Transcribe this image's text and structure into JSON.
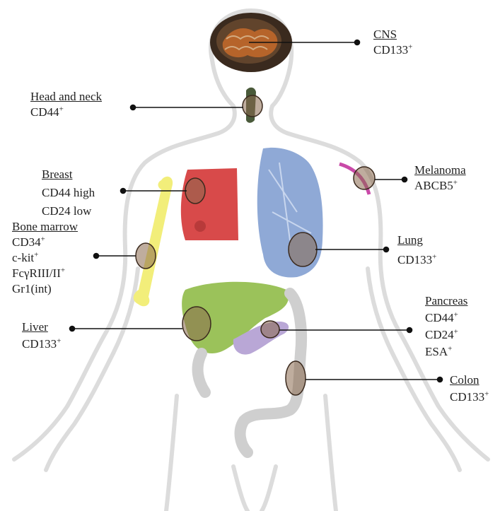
{
  "diagram": {
    "nodes": [
      {
        "id": "cns",
        "title": "CNS",
        "markers": [
          {
            "t": "CD133",
            "s": "+"
          }
        ]
      },
      {
        "id": "head",
        "title": "Head and neck",
        "markers": [
          {
            "t": "CD44",
            "s": "+"
          }
        ]
      },
      {
        "id": "breast",
        "title": "Breast",
        "markers": [
          {
            "t": "CD44 high",
            "s": ""
          },
          {
            "t": "CD24 low",
            "s": ""
          }
        ]
      },
      {
        "id": "bone",
        "title": "Bone marrow",
        "markers": [
          {
            "t": "CD34",
            "s": "+"
          },
          {
            "t": "c-kit",
            "s": "+"
          },
          {
            "t": "FcγRIII/II",
            "s": "+"
          },
          {
            "t": "Gr1(int)",
            "s": ""
          }
        ]
      },
      {
        "id": "melanoma",
        "title": "Melanoma",
        "markers": [
          {
            "t": "ABCB5",
            "s": "+"
          }
        ]
      },
      {
        "id": "lung",
        "title": "Lung",
        "markers": [
          {
            "t": "CD133",
            "s": "+"
          }
        ]
      },
      {
        "id": "liver",
        "title": "Liver",
        "markers": [
          {
            "t": "CD133",
            "s": "+"
          }
        ]
      },
      {
        "id": "pancreas",
        "title": "Pancreas",
        "markers": [
          {
            "t": "CD44",
            "s": "+"
          },
          {
            "t": "CD24",
            "s": "+"
          },
          {
            "t": "ESA",
            "s": "+"
          }
        ]
      },
      {
        "id": "colon",
        "title": "Colon",
        "markers": [
          {
            "t": "CD133",
            "s": "+"
          }
        ]
      }
    ]
  },
  "colors": {
    "outline": "#d9d9d9",
    "highlight": "#8b6a4e",
    "brain": "#7a5a3a",
    "breast": "#d84a4a",
    "lung": "#8fa9d6",
    "bone": "#f2ee7a",
    "liver": "#9bc25a",
    "pancreas": "#b9a7d6",
    "colon": "#cfcfcf",
    "skin": "#c94aa8",
    "leader": "#111111"
  }
}
